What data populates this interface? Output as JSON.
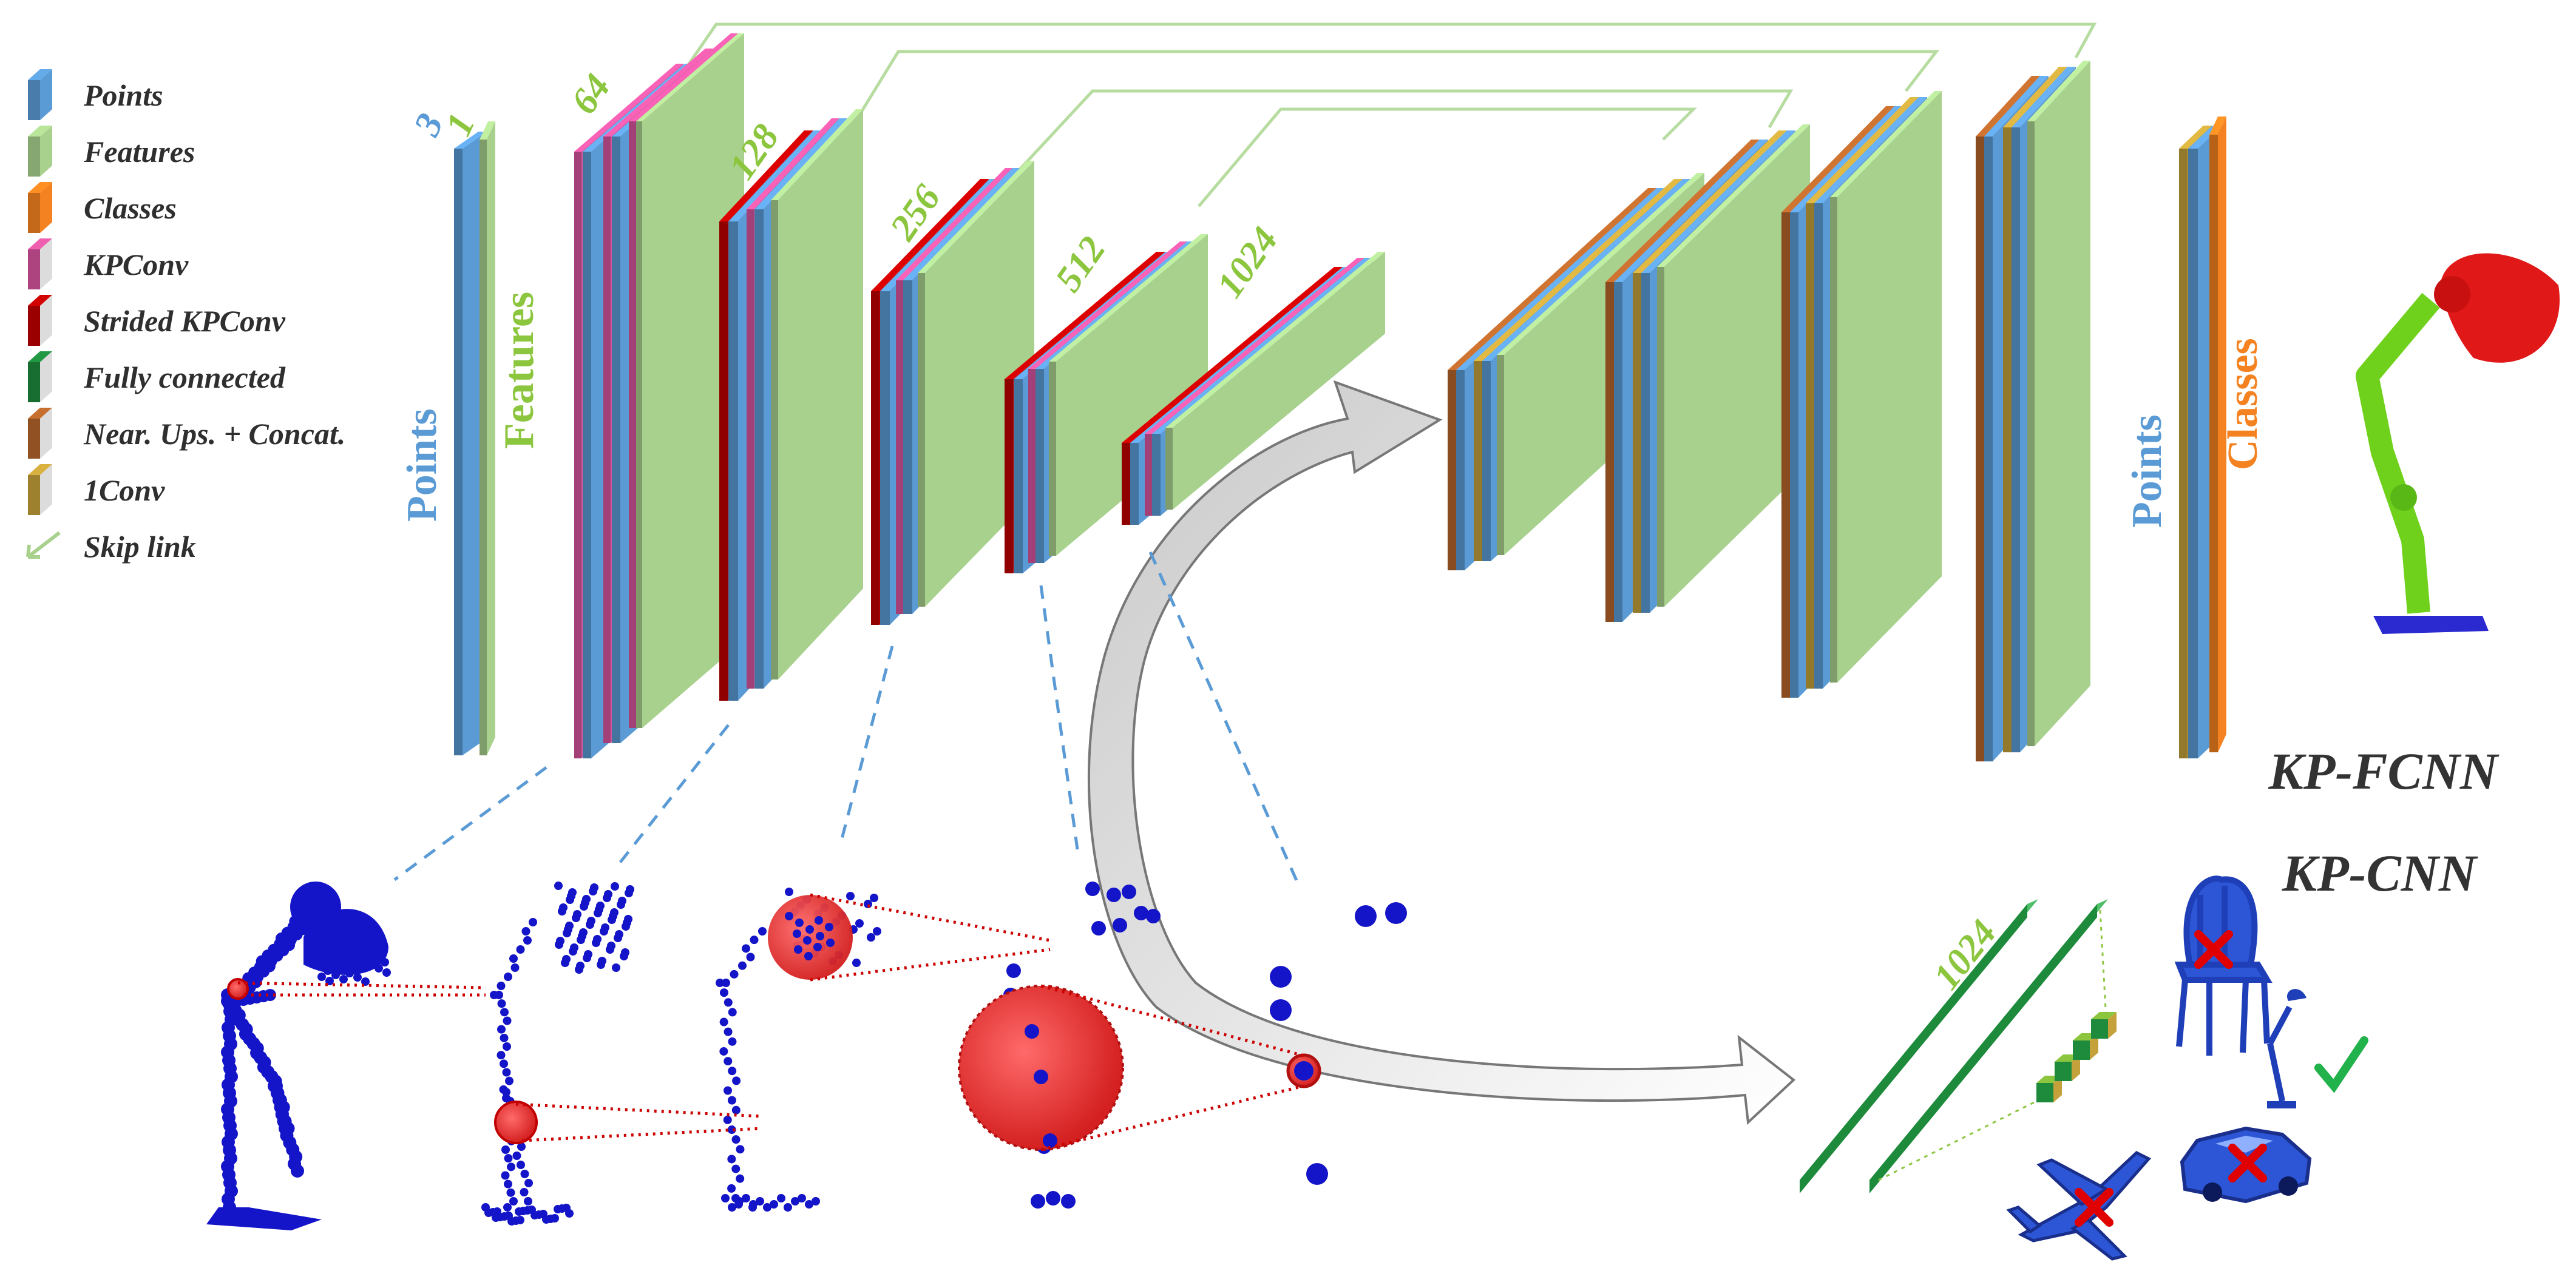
{
  "legend": {
    "items": [
      {
        "label": "Points",
        "color": "#5b9bd5"
      },
      {
        "label": "Features",
        "color": "#a9d18e"
      },
      {
        "label": "Classes",
        "color": "#f58220"
      },
      {
        "label": "KPConv",
        "color": "#d9559f"
      },
      {
        "label": "Strided KPConv",
        "color": "#c00000"
      },
      {
        "label": "Fully connected",
        "color": "#1e8a3c"
      },
      {
        "label": "Near. Ups. + Concat.",
        "color": "#b5652b"
      },
      {
        "label": "1Conv",
        "color": "#c4a13a"
      },
      {
        "label": "Skip link",
        "color": "#a9d18e"
      }
    ]
  },
  "input": {
    "points_dim": "3",
    "features_dim": "1",
    "points_label": "Points",
    "features_label": "Features"
  },
  "encoder": {
    "channels": [
      "64",
      "128",
      "256",
      "512",
      "1024"
    ]
  },
  "output": {
    "points_label": "Points",
    "classes_label": "Classes"
  },
  "classifier": {
    "fc_channels": "1024"
  },
  "networks": {
    "segmentation": "KP-FCNN",
    "classification": "KP-CNN"
  },
  "icons": {
    "correct": "check-mark-icon",
    "wrong": "red-x-icon"
  },
  "colors": {
    "points": "#5b9bd5",
    "features": "#a9d18e",
    "classes": "#f58220",
    "kpconv": "#d9559f",
    "strided": "#c00000",
    "fc": "#1e8a3c",
    "upsample": "#b5652b",
    "conv1": "#c4a13a",
    "point_cloud": "#1414c8",
    "kernel_sphere": "#e04040"
  }
}
